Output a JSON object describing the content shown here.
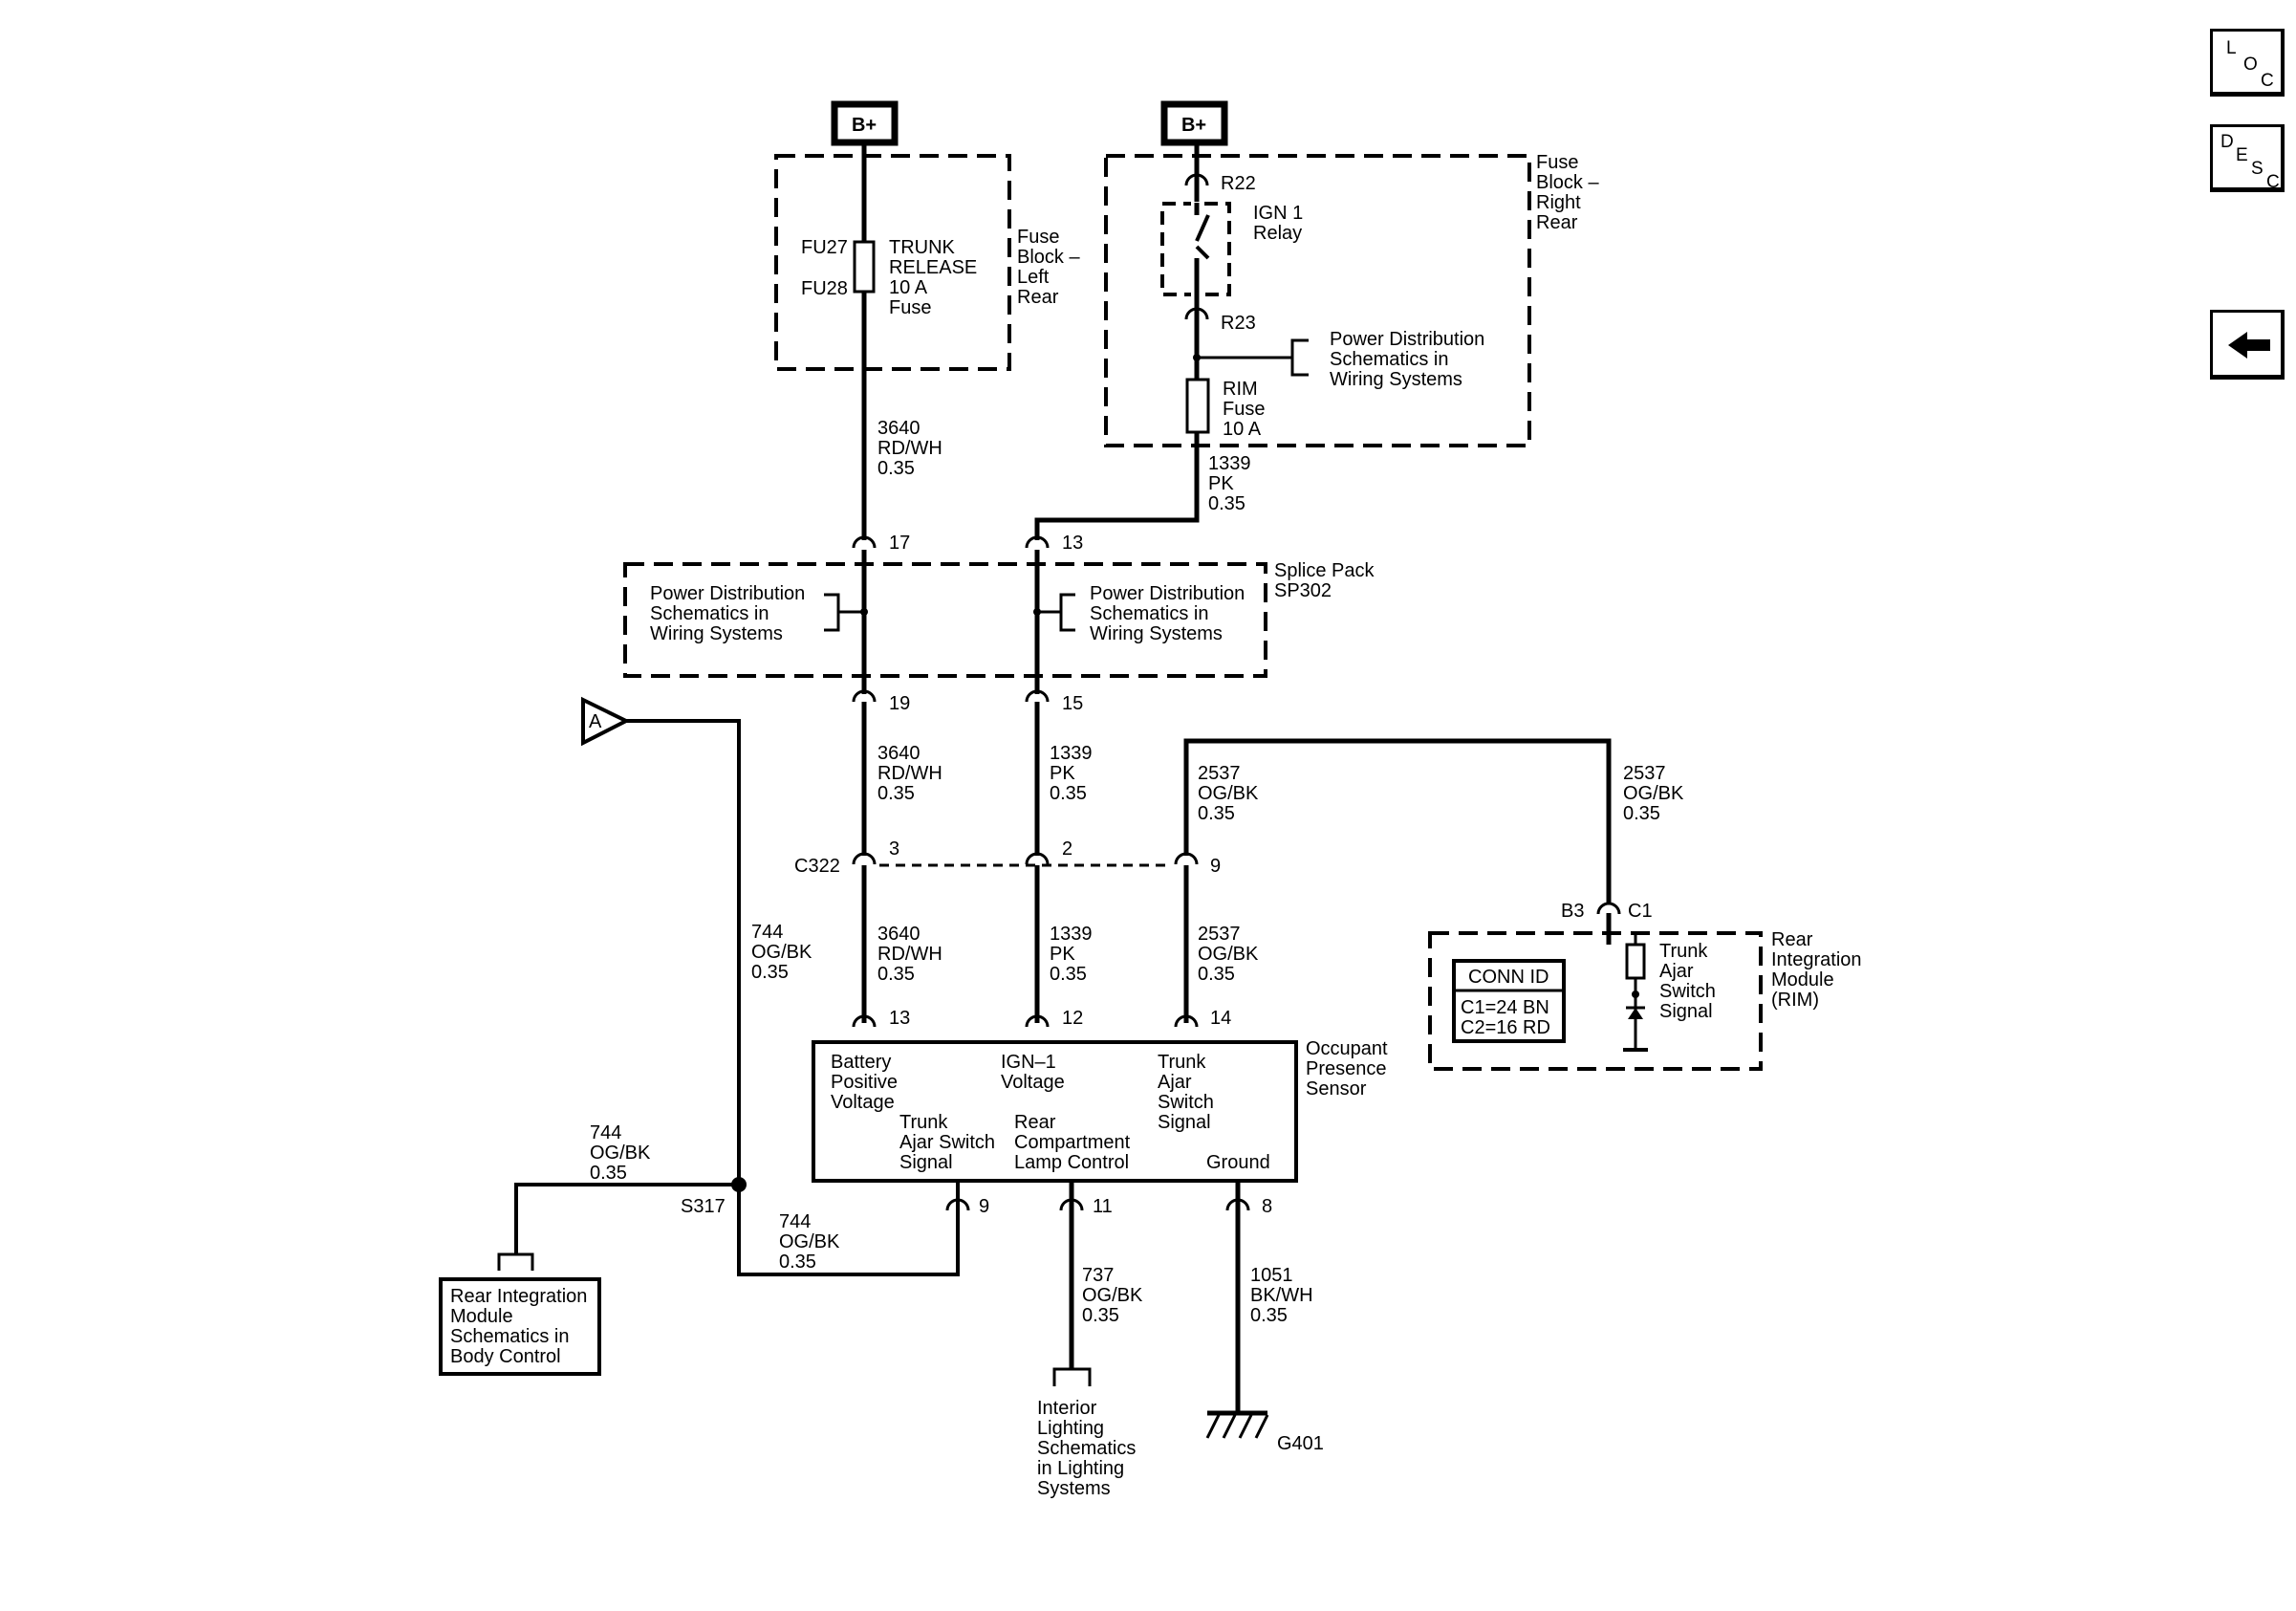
{
  "nav": {
    "loc": [
      "L",
      "O",
      "C"
    ],
    "desc": [
      "D",
      "E",
      "S",
      "C"
    ],
    "back_icon": "back-arrow-icon"
  },
  "power": {
    "left": "B+",
    "right": "B+"
  },
  "fuse_block_left": {
    "label": [
      "Fuse",
      "Block –",
      "Left",
      "Rear"
    ],
    "fuse_in": "FU27",
    "fuse_out": "FU28",
    "fuse_name": [
      "TRUNK",
      "RELEASE",
      "10 A",
      "Fuse"
    ]
  },
  "fuse_block_right": {
    "label": [
      "Fuse",
      "Block –",
      "Right",
      "Rear"
    ],
    "relay_in": "R22",
    "relay_out": "R23",
    "relay_name": [
      "IGN 1",
      "Relay"
    ],
    "distribution": [
      "Power Distribution",
      "Schematics in",
      "Wiring Systems"
    ],
    "fuse_name": [
      "RIM",
      "Fuse",
      "10 A"
    ]
  },
  "wires": {
    "w3640_top": [
      "3640",
      "RD/WH",
      "0.35"
    ],
    "w1339_top": [
      "1339",
      "PK",
      "0.35"
    ],
    "w3640_mid": [
      "3640",
      "RD/WH",
      "0.35"
    ],
    "w1339_mid": [
      "1339",
      "PK",
      "0.35"
    ],
    "w2537_mid": [
      "2537",
      "OG/BK",
      "0.35"
    ],
    "w2537_right": [
      "2537",
      "OG/BK",
      "0.35"
    ],
    "w744_vert": [
      "744",
      "OG/BK",
      "0.35"
    ],
    "w3640_low": [
      "3640",
      "RD/WH",
      "0.35"
    ],
    "w1339_low": [
      "1339",
      "PK",
      "0.35"
    ],
    "w2537_low": [
      "2537",
      "OG/BK",
      "0.35"
    ],
    "w744_left": [
      "744",
      "OG/BK",
      "0.35"
    ],
    "w744_bottom": [
      "744",
      "OG/BK",
      "0.35"
    ],
    "w737": [
      "737",
      "OG/BK",
      "0.35"
    ],
    "w1051": [
      "1051",
      "BK/WH",
      "0.35"
    ]
  },
  "splice_pack": {
    "label": [
      "Splice Pack",
      "SP302"
    ],
    "pin_in_a": "17",
    "pin_in_b": "13",
    "pin_out_a": "19",
    "pin_out_b": "15",
    "dist_left": [
      "Power Distribution",
      "Schematics in",
      "Wiring Systems"
    ],
    "dist_right": [
      "Power Distribution",
      "Schematics in",
      "Wiring Systems"
    ]
  },
  "connector_c322": {
    "name": "C322",
    "pins": [
      "3",
      "2",
      "9"
    ]
  },
  "off_page": {
    "label": "A"
  },
  "splice_s317": "S317",
  "sensor": {
    "title": [
      "Occupant",
      "Presence",
      "Sensor"
    ],
    "top_pins": [
      "13",
      "12",
      "14"
    ],
    "bottom_pins": [
      "9",
      "11",
      "8"
    ],
    "battery": [
      "Battery",
      "Positive",
      "Voltage"
    ],
    "ign": [
      "IGN–1",
      "Voltage"
    ],
    "trunk_top": [
      "Trunk",
      "Ajar",
      "Switch",
      "Signal"
    ],
    "trunk_bottom": [
      "Trunk",
      "Ajar Switch",
      "Signal"
    ],
    "lamp": [
      "Rear",
      "Compartment",
      "Lamp Control"
    ],
    "ground": "Ground"
  },
  "rim": {
    "title": [
      "Rear",
      "Integration",
      "Module",
      "(RIM)"
    ],
    "pin_left": "B3",
    "pin_right": "C1",
    "switch": [
      "Trunk",
      "Ajar",
      "Switch",
      "Signal"
    ],
    "conn_title": "CONN ID",
    "conn_lines": [
      "C1=24 BN",
      "C2=16 RD"
    ]
  },
  "rim_body_ref": [
    "Rear Integration",
    "Module",
    "Schematics in",
    "Body Control"
  ],
  "lighting_ref": [
    "Interior",
    "Lighting",
    "Schematics",
    "in Lighting",
    "Systems"
  ],
  "ground_name": "G401"
}
